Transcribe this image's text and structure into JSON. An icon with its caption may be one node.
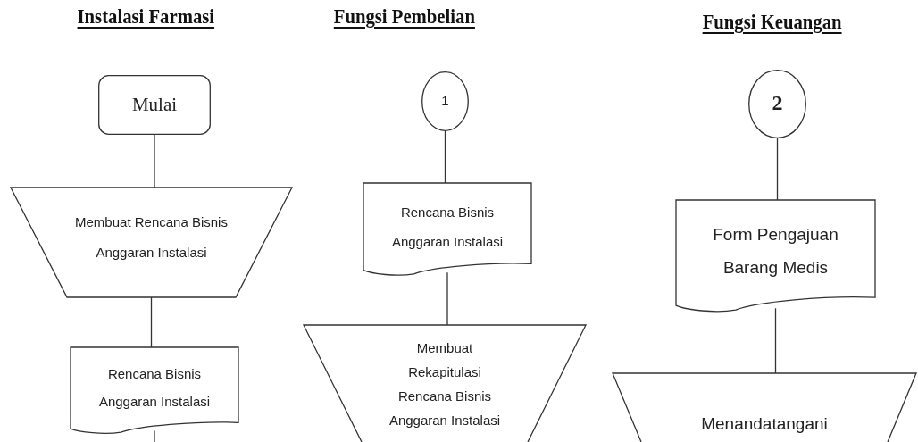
{
  "diagram": {
    "nodes": [
      {
        "text": [
          "Mulai"
        ]
      },
      {
        "text": [
          "Membuat Rencana Bisnis Anggaran Instalasi"
        ]
      },
      {
        "text": [
          "Rencana Bisnis Anggaran Instalasi"
        ]
      },
      {
        "text": [
          "1"
        ]
      },
      {
        "text": [
          "Rencana Bisnis Anggaran Instalasi"
        ]
      },
      {
        "text": [
          "Membuat Rekapitulasi Rencana Bisnis Anggaran Instalasi"
        ]
      },
      {
        "text": [
          "2"
        ]
      },
      {
        "text": [
          "Form Pengajuan Barang Medis"
        ]
      },
      {
        "text": [
          "Menandatangani"
        ]
      }
    ],
    "edges": [
      {
        "from": 0,
        "to": 1,
        "arrow": "none"
      },
      {
        "from": 1,
        "to": 2,
        "arrow": "none"
      },
      {
        "from": 2,
        "to": null,
        "arrow": "none"
      },
      {
        "from": 3,
        "to": 4,
        "arrow": "none"
      },
      {
        "from": 4,
        "to": 5,
        "arrow": "none"
      },
      {
        "from": 6,
        "to": 7,
        "arrow": "none"
      },
      {
        "from": 7,
        "to": 8,
        "arrow": "none"
      }
    ],
    "labels": [
      "Instalasi Farmasi",
      "Fungsi Pembelian",
      "Fungsi Keuangan"
    ]
  }
}
